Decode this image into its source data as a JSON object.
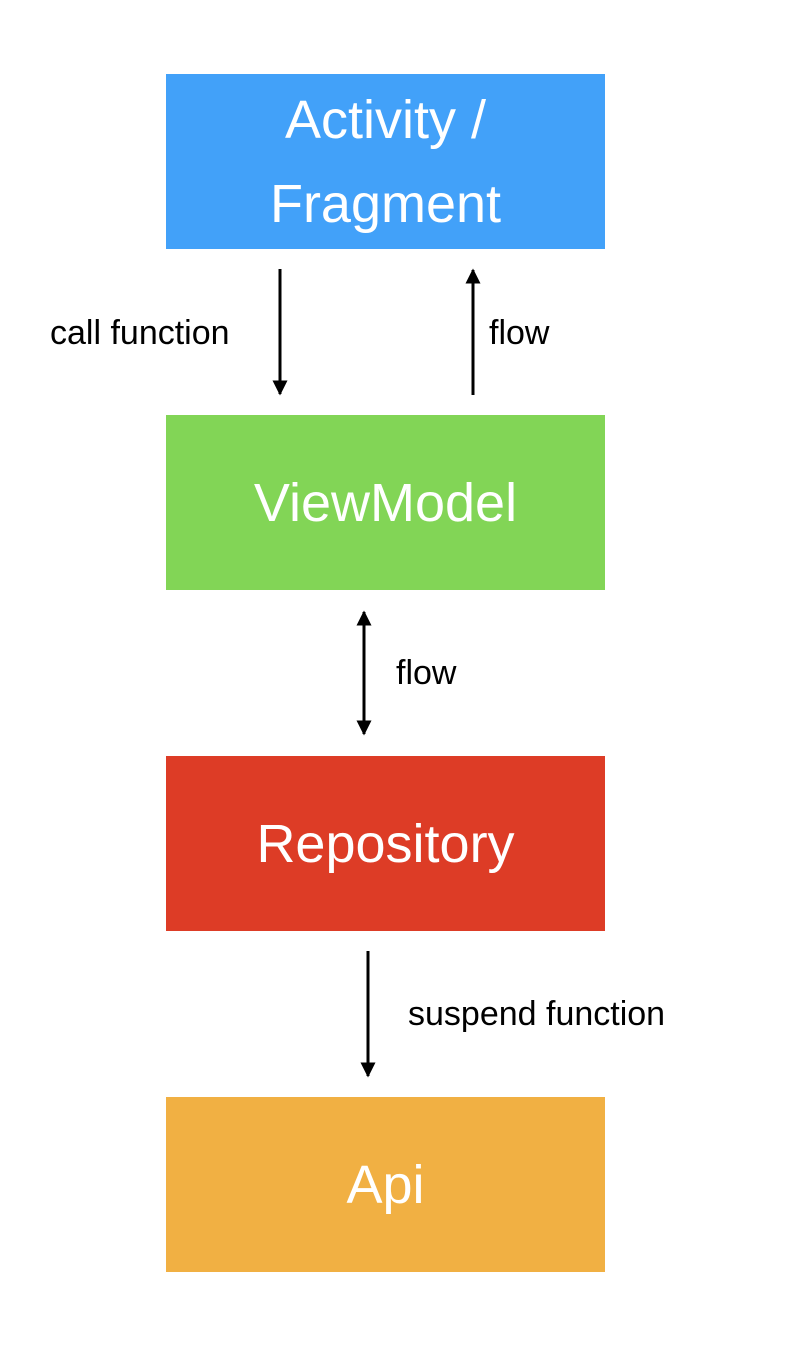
{
  "diagram": {
    "nodes": [
      {
        "id": "activity",
        "label": "Activity /\nFragment",
        "color": "#42A1F9"
      },
      {
        "id": "viewmodel",
        "label": "ViewModel",
        "color": "#82D556"
      },
      {
        "id": "repository",
        "label": "Repository",
        "color": "#DD3C26"
      },
      {
        "id": "api",
        "label": "Api",
        "color": "#F1B043"
      }
    ],
    "edges": [
      {
        "from": "activity",
        "to": "viewmodel",
        "label": "call function",
        "direction": "down"
      },
      {
        "from": "viewmodel",
        "to": "activity",
        "label": "flow",
        "direction": "up"
      },
      {
        "from": "viewmodel",
        "to": "repository",
        "label": "flow",
        "direction": "both"
      },
      {
        "from": "repository",
        "to": "api",
        "label": "suspend function",
        "direction": "down"
      }
    ]
  }
}
